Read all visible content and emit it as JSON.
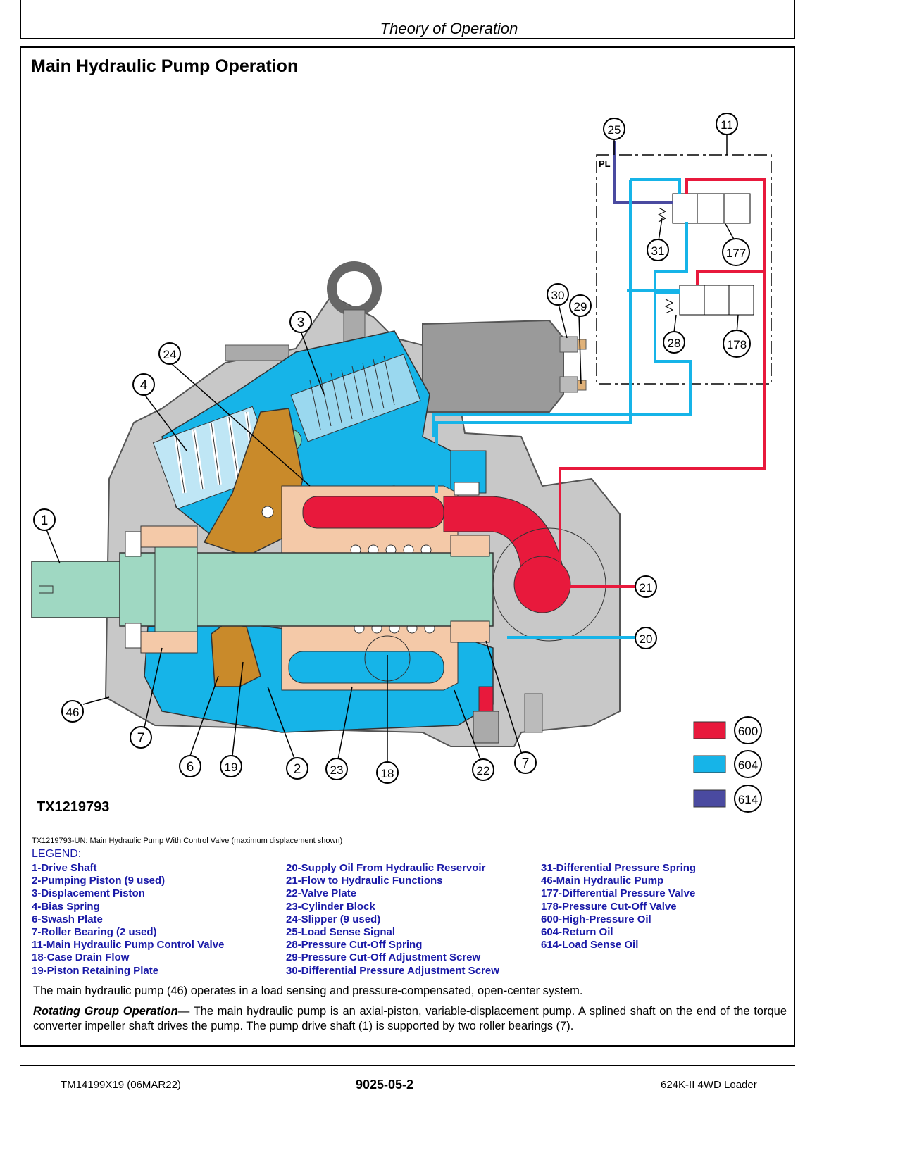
{
  "header": {
    "title": "Theory of Operation"
  },
  "section": {
    "title": "Main Hydraulic Pump Operation"
  },
  "figure": {
    "id": "TX1219793",
    "caption": "TX1219793-UN: Main Hydraulic Pump With Control Valve (maximum displacement shown)",
    "callouts": [
      "1",
      "2",
      "3",
      "4",
      "6",
      "7",
      "7",
      "11",
      "18",
      "19",
      "20",
      "21",
      "22",
      "23",
      "24",
      "25",
      "28",
      "29",
      "30",
      "31",
      "46",
      "177",
      "178"
    ],
    "port_label": "PL",
    "color_key": [
      {
        "code": "600",
        "color": "#e8193c"
      },
      {
        "code": "604",
        "color": "#16b4e8"
      },
      {
        "code": "614",
        "color": "#4a4aa0"
      }
    ]
  },
  "legend": {
    "title": "LEGEND:",
    "col1": [
      "1-Drive Shaft",
      "2-Pumping Piston (9 used)",
      "3-Displacement Piston",
      "4-Bias Spring",
      "6-Swash Plate",
      "7-Roller Bearing (2 used)",
      "11-Main Hydraulic Pump Control Valve",
      "18-Case Drain Flow",
      "19-Piston Retaining Plate"
    ],
    "col2": [
      "20-Supply Oil From Hydraulic Reservoir",
      "21-Flow to Hydraulic Functions",
      "22-Valve Plate",
      "23-Cylinder Block",
      "24-Slipper (9 used)",
      "25-Load Sense Signal",
      "28-Pressure Cut-Off Spring",
      "29-Pressure Cut-Off Adjustment Screw",
      "30-Differential Pressure Adjustment Screw"
    ],
    "col3": [
      "31-Differential Pressure Spring",
      "46-Main Hydraulic Pump",
      "177-Differential Pressure Valve",
      "178-Pressure Cut-Off Valve",
      "600-High-Pressure Oil",
      "604-Return Oil",
      "614-Load Sense Oil"
    ]
  },
  "body": {
    "para1": "The main hydraulic pump (46) operates in a load sensing and pressure-compensated, open-center system.",
    "para2_lead": "Rotating Group Operation",
    "para2_text": "— The main hydraulic pump is an axial-piston, variable-displacement pump. A splined shaft on the end of the torque converter impeller shaft drives the pump. The pump drive shaft (1) is supported by two roller bearings (7)."
  },
  "footer": {
    "left": "TM14199X19 (06MAR22)",
    "center": "9025-05-2",
    "right": "624K-II 4WD Loader"
  }
}
